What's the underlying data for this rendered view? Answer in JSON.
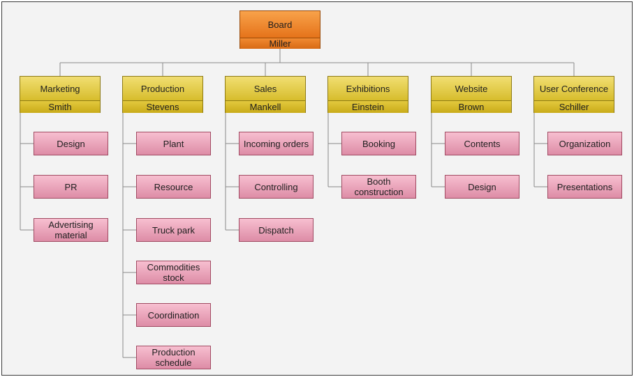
{
  "board": {
    "title": "Board",
    "name": "Miller"
  },
  "departments": [
    {
      "title": "Marketing",
      "name": "Smith",
      "items": [
        "Design",
        "PR",
        "Advertising material"
      ]
    },
    {
      "title": "Production",
      "name": "Stevens",
      "items": [
        "Plant",
        "Resource",
        "Truck park",
        "Commodities stock",
        "Coordination",
        "Production schedule"
      ]
    },
    {
      "title": "Sales",
      "name": "Mankell",
      "items": [
        "Incoming orders",
        "Controlling",
        "Dispatch"
      ]
    },
    {
      "title": "Exhibitions",
      "name": "Einstein",
      "items": [
        "Booking",
        "Booth construction"
      ]
    },
    {
      "title": "Website",
      "name": "Brown",
      "items": [
        "Contents",
        "Design"
      ]
    },
    {
      "title": "User Conference",
      "name": "Schiller",
      "items": [
        "Organization",
        "Presentations"
      ]
    }
  ],
  "colors": {
    "board_fill": "#e5731a",
    "department_fill": "#d7bd2c",
    "item_fill": "#dd8ca6",
    "connector": "#8a8a8a",
    "background": "#f3f3f3"
  }
}
